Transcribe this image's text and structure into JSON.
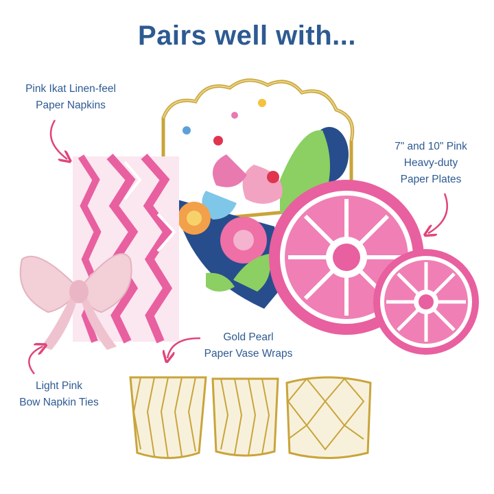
{
  "heading": "Pairs well with...",
  "products": {
    "napkins": {
      "line1": "Pink Ikat Linen-feel",
      "line2": "Paper Napkins"
    },
    "plates": {
      "line1": "7\" and 10\" Pink",
      "line2": "Heavy-duty",
      "line3": "Paper Plates"
    },
    "vase_wraps": {
      "line1": "Gold Pearl",
      "line2": "Paper Vase Wraps"
    },
    "bow_ties": {
      "line1": "Light Pink",
      "line2": "Bow Napkin Ties"
    }
  },
  "colors": {
    "heading": "#2d5a92",
    "arrow": "#e0457b",
    "pink": "#e8609f",
    "gold": "#c9a43a",
    "cream": "#f7f1dc",
    "bow": "#f3cfd8"
  }
}
